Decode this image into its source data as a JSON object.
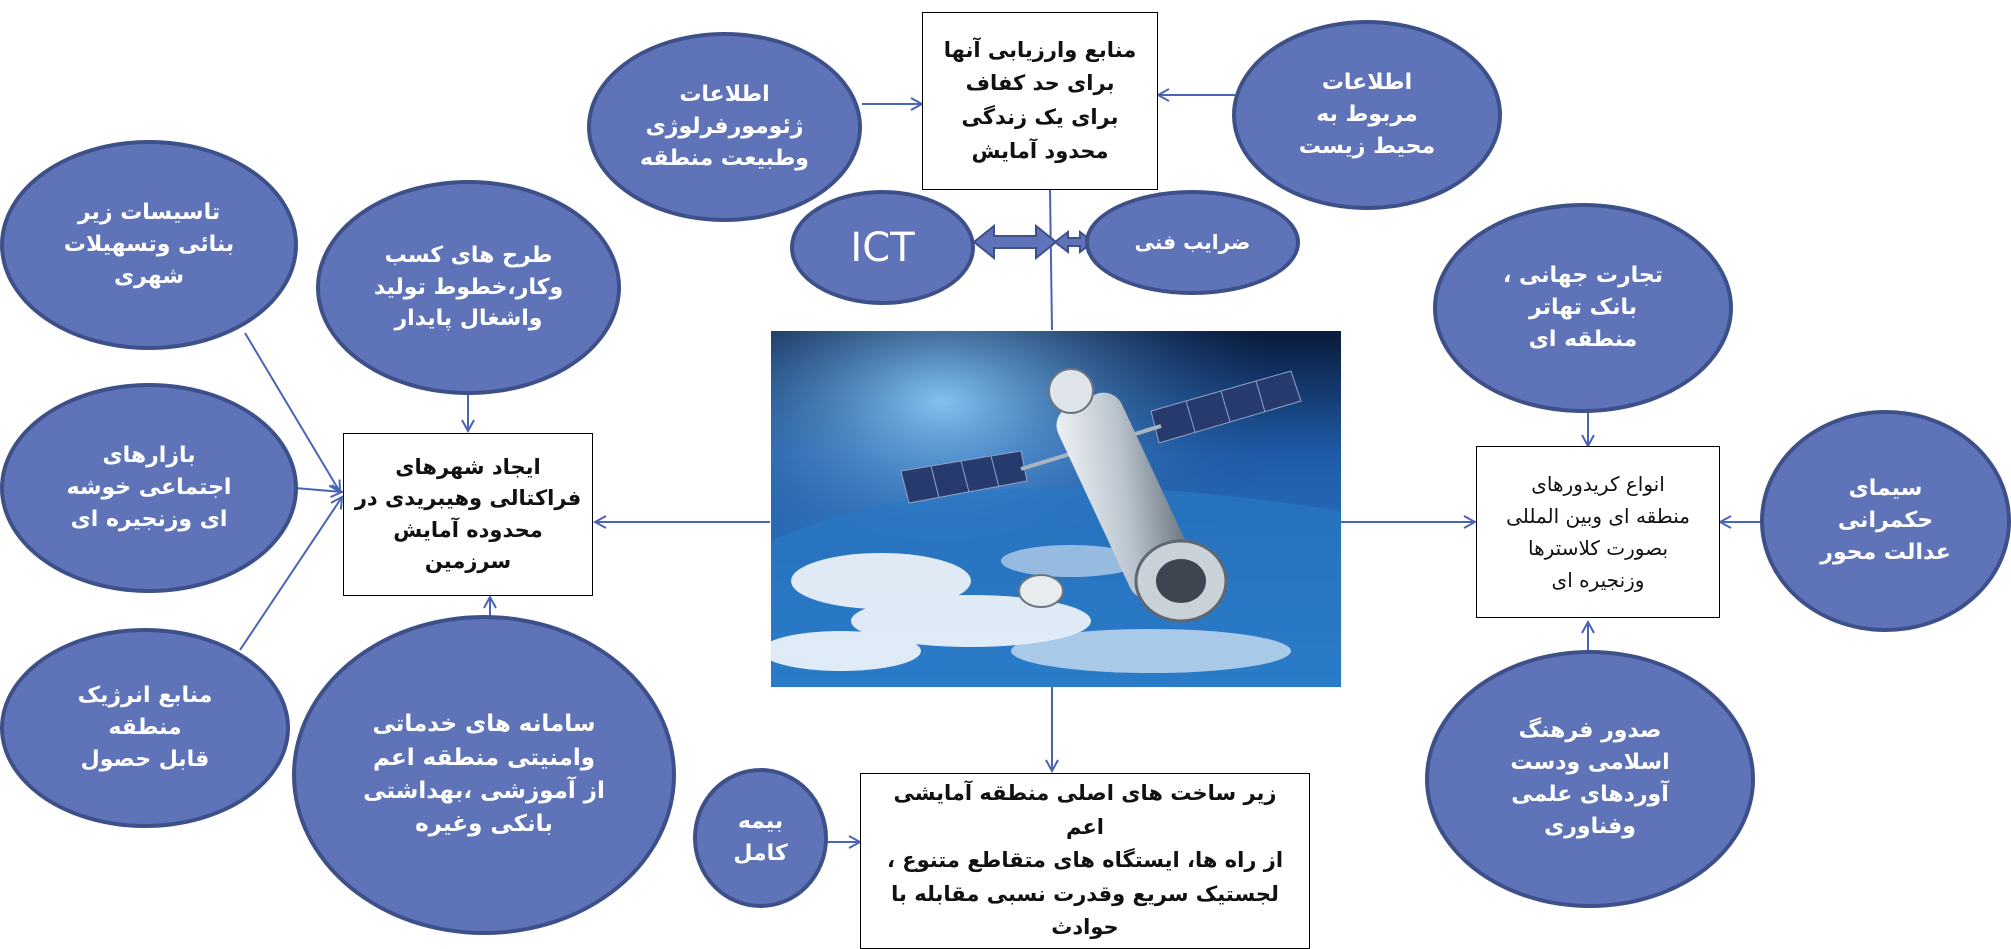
{
  "colors": {
    "ellipse_fill": "#5f74b8",
    "ellipse_border": "#3e5089",
    "connector": "#4a64b5",
    "box_border": "#000000"
  },
  "nodes": {
    "resource_evaluation": "منابع وارزیابی آنها\nبرای حد کفاف\nبرای یک زندگی\nمحدود آمایش",
    "geomorphology_info": "اطلاعات\nژئومورفرلوژی\nوطبیعت منطقه",
    "environment_info": "اطلاعات\nمربوط به\nمحیط زیست",
    "ict": "ICT",
    "technical_coefficients": "ضرایب فنی",
    "urban_infrastructure": "تاسیسات زیر\nبنائی وتسهیلات\nشهری",
    "business_plans": "طرح های کسب\nوکار،خطوط تولید\nواشغال پایدار",
    "social_markets": "بازارهای\nاجتماعی خوشه\nای وزنجیره ای",
    "fractal_cities": "ایجاد شهرهای\nفراکتالی وهیبریدی در\nمحدوده آمایش\nسرزمین",
    "energy_resources": "منابع انرژیک\nمنطقه\nقابل حصول",
    "service_systems": "سامانه های خدماتی\nوامنیتی منطقه اعم\nاز آموزشی ،بهداشتی\nبانکی وغیره",
    "insurance": "بیمه\nکامل",
    "main_infrastructure": "زیر ساخت های اصلی منطقه آمایشی اعم\nاز راه ها، ایستگاه های متقاطع متنوع ،\nلجستیک سریع وقدرت نسبی مقابله با\nحوادث",
    "global_trade": "تجارت جهانی ،\nبانک تهاتر\nمنطقه  ای",
    "corridors": "انواع کریدورهای\nمنطقه ای وبین المللی\nبصورت کلاسترها\nوزنجیره ای",
    "governance": "سیمای\nحکمرانی\nعدالت محور",
    "culture_export": "صدور فرهنگ\nاسلامی ودست\nآوردهای علمی\nوفناوری"
  }
}
